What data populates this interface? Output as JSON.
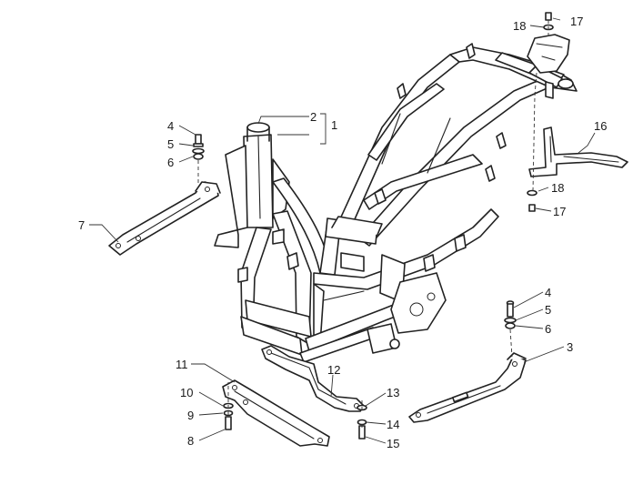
{
  "callouts": {
    "c1": "1",
    "c2": "2",
    "c3": "3",
    "c4a": "4",
    "c4b": "4",
    "c5a": "5",
    "c5b": "5",
    "c6a": "6",
    "c6b": "6",
    "c7": "7",
    "c8": "8",
    "c9": "9",
    "c10": "10",
    "c11": "11",
    "c12": "12",
    "c13": "13",
    "c14": "14",
    "c15": "15",
    "c16": "16",
    "c17a": "17",
    "c17b": "17",
    "c18a": "18",
    "c18b": "18"
  }
}
